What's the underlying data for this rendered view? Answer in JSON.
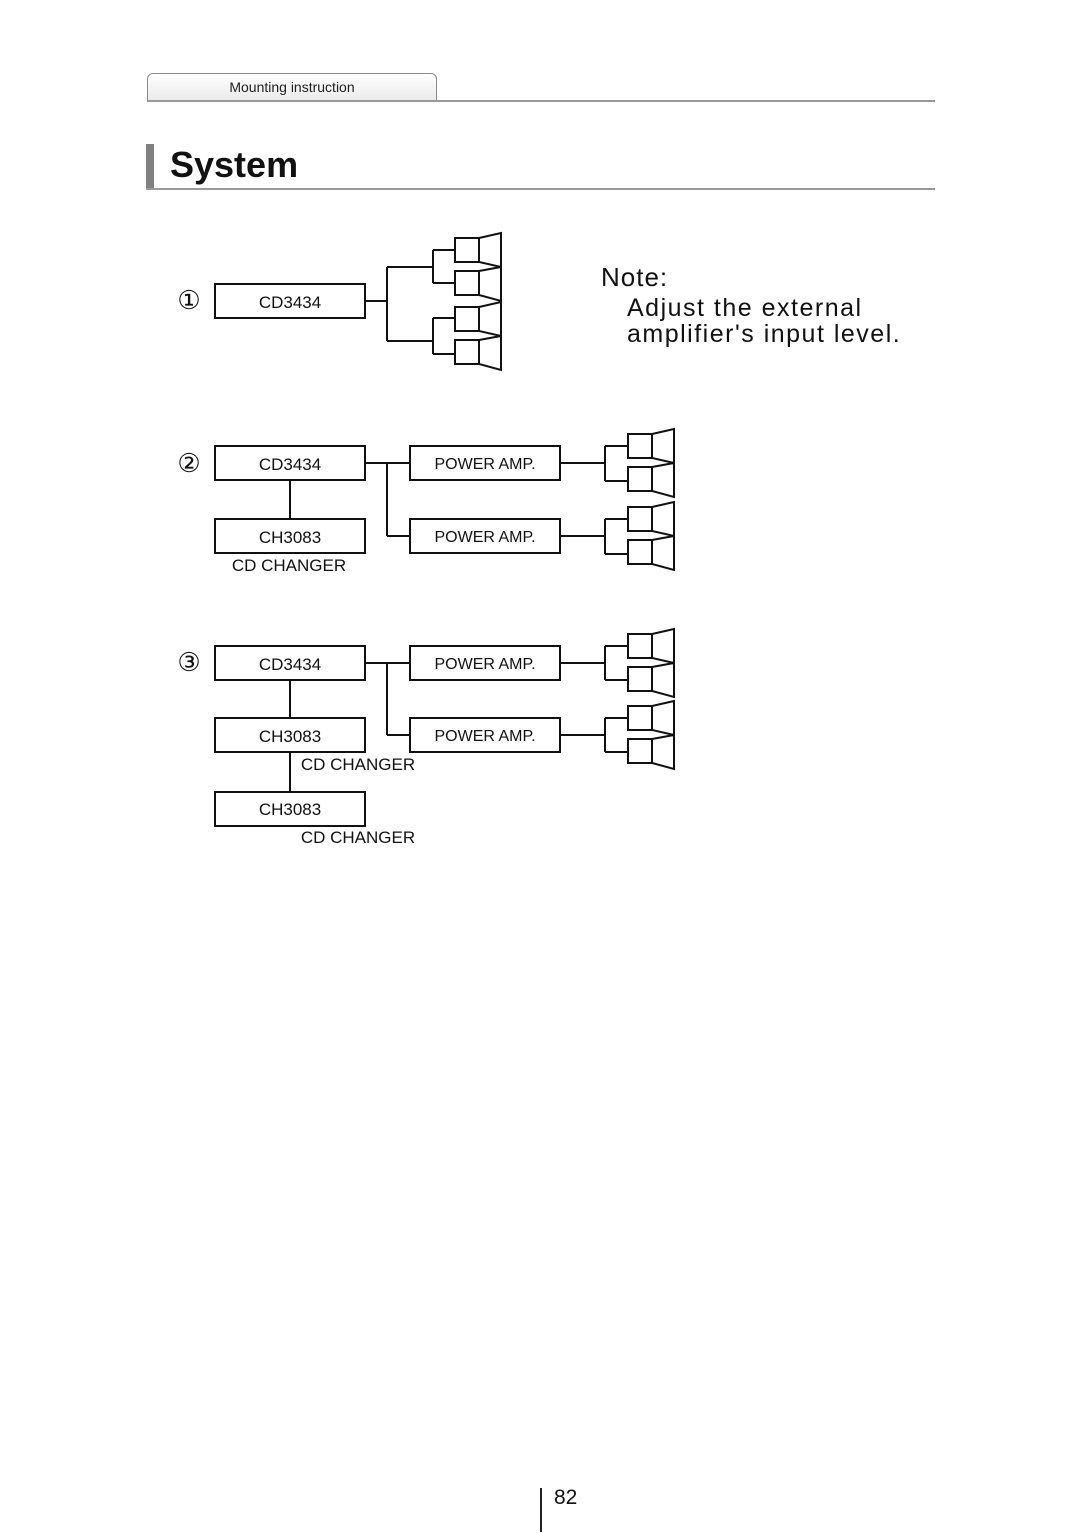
{
  "header": {
    "tab_label": "Mounting instruction"
  },
  "page": {
    "title": "System",
    "number": "82"
  },
  "note": {
    "label": "Note:",
    "line1": "Adjust the external",
    "line2": "amplifier's input level."
  },
  "systems": [
    {
      "marker": "①",
      "head_unit": "CD3434"
    },
    {
      "marker": "②",
      "head_unit": "CD3434",
      "changer": "CH3083",
      "changer_caption": "CD CHANGER",
      "amp1": "POWER AMP.",
      "amp2": "POWER AMP."
    },
    {
      "marker": "③",
      "head_unit": "CD3434",
      "changer": "CH3083",
      "changer_caption": "CD CHANGER",
      "changer2": "CH3083",
      "changer2_caption": "CD CHANGER",
      "amp1": "POWER AMP.",
      "amp2": "POWER AMP."
    }
  ]
}
